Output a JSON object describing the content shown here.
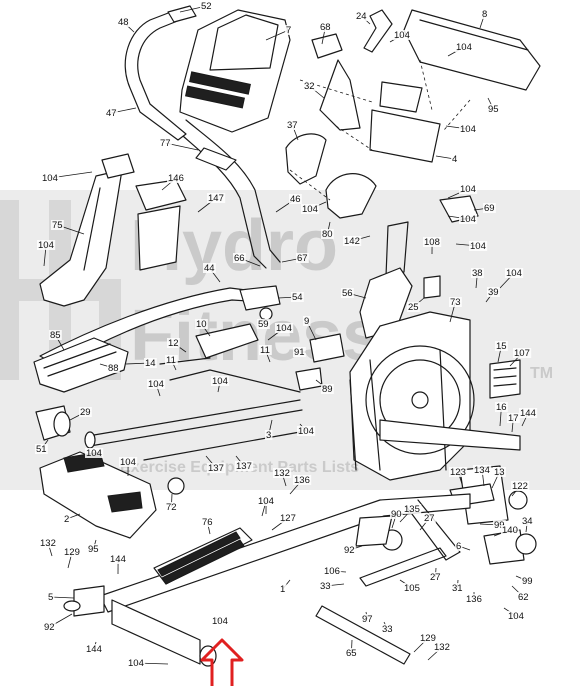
{
  "watermark": {
    "line1": "Hydro",
    "line2": "Fitness",
    "line3": "Exercise Equipment Parts Lists",
    "tm": "TM",
    "band_color": "#d4d4d4"
  },
  "accent_arrow_color": "#e02020",
  "callouts": [
    {
      "label": "52"
    },
    {
      "label": "48"
    },
    {
      "label": "7"
    },
    {
      "label": "68"
    },
    {
      "label": "24"
    },
    {
      "label": "8"
    },
    {
      "label": "104"
    },
    {
      "label": "104"
    },
    {
      "label": "95"
    },
    {
      "label": "32"
    },
    {
      "label": "47"
    },
    {
      "label": "37"
    },
    {
      "label": "77"
    },
    {
      "label": "104"
    },
    {
      "label": "104"
    },
    {
      "label": "4"
    },
    {
      "label": "104"
    },
    {
      "label": "146"
    },
    {
      "label": "147"
    },
    {
      "label": "104"
    },
    {
      "label": "46"
    },
    {
      "label": "104"
    },
    {
      "label": "69"
    },
    {
      "label": "75"
    },
    {
      "label": "80"
    },
    {
      "label": "142"
    },
    {
      "label": "104"
    },
    {
      "label": "104"
    },
    {
      "label": "66"
    },
    {
      "label": "67"
    },
    {
      "label": "108"
    },
    {
      "label": "44"
    },
    {
      "label": "38"
    },
    {
      "label": "104"
    },
    {
      "label": "56"
    },
    {
      "label": "39"
    },
    {
      "label": "54"
    },
    {
      "label": "25"
    },
    {
      "label": "73"
    },
    {
      "label": "59"
    },
    {
      "label": "85"
    },
    {
      "label": "10"
    },
    {
      "label": "12"
    },
    {
      "label": "104"
    },
    {
      "label": "9"
    },
    {
      "label": "11"
    },
    {
      "label": "91"
    },
    {
      "label": "15"
    },
    {
      "label": "107"
    },
    {
      "label": "14"
    },
    {
      "label": "11"
    },
    {
      "label": "88"
    },
    {
      "label": "89"
    },
    {
      "label": "104"
    },
    {
      "label": "29"
    },
    {
      "label": "104"
    },
    {
      "label": "16"
    },
    {
      "label": "17"
    },
    {
      "label": "144"
    },
    {
      "label": "3"
    },
    {
      "label": "104"
    },
    {
      "label": "51"
    },
    {
      "label": "104"
    },
    {
      "label": "137"
    },
    {
      "label": "137"
    },
    {
      "label": "104"
    },
    {
      "label": "123"
    },
    {
      "label": "134"
    },
    {
      "label": "13"
    },
    {
      "label": "132"
    },
    {
      "label": "136"
    },
    {
      "label": "122"
    },
    {
      "label": "72"
    },
    {
      "label": "104"
    },
    {
      "label": "135"
    },
    {
      "label": "2"
    },
    {
      "label": "76"
    },
    {
      "label": "127"
    },
    {
      "label": "90"
    },
    {
      "label": "27"
    },
    {
      "label": "99"
    },
    {
      "label": "34"
    },
    {
      "label": "95"
    },
    {
      "label": "132"
    },
    {
      "label": "129"
    },
    {
      "label": "92"
    },
    {
      "label": "140"
    },
    {
      "label": "6"
    },
    {
      "label": "144"
    },
    {
      "label": "106"
    },
    {
      "label": "27"
    },
    {
      "label": "99"
    },
    {
      "label": "33"
    },
    {
      "label": "105"
    },
    {
      "label": "31"
    },
    {
      "label": "136"
    },
    {
      "label": "62"
    },
    {
      "label": "5"
    },
    {
      "label": "1"
    },
    {
      "label": "104"
    },
    {
      "label": "97"
    },
    {
      "label": "104"
    },
    {
      "label": "92"
    },
    {
      "label": "104"
    },
    {
      "label": "33"
    },
    {
      "label": "144"
    },
    {
      "label": "129"
    },
    {
      "label": "65"
    },
    {
      "label": "132"
    },
    {
      "label": "104"
    }
  ]
}
